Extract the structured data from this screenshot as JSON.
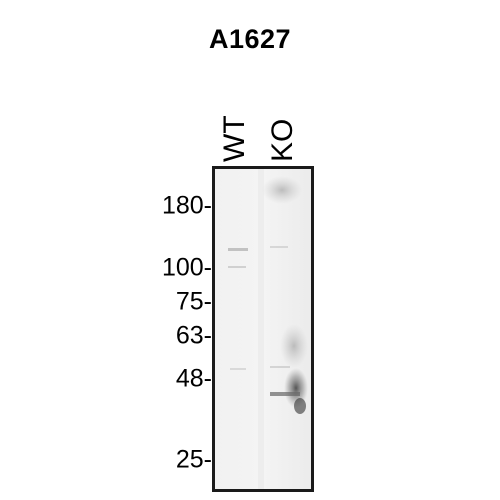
{
  "title": "A1627",
  "lanes": [
    {
      "label": "WT"
    },
    {
      "label": "KO"
    }
  ],
  "markers": [
    {
      "label": "180-",
      "kda": 180
    },
    {
      "label": "100-",
      "kda": 100
    },
    {
      "label": "75-",
      "kda": 75
    },
    {
      "label": "63-",
      "kda": 63
    },
    {
      "label": "48-",
      "kda": 48
    },
    {
      "label": "25-",
      "kda": 25
    }
  ]
}
